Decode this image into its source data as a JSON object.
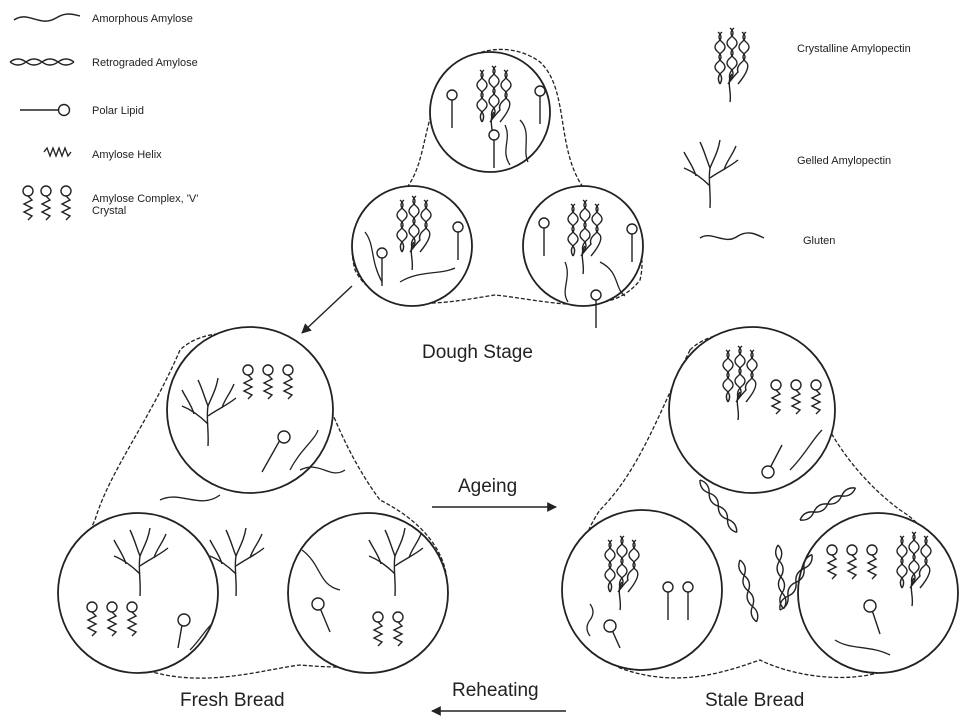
{
  "legend_left": [
    {
      "icon": "amorphous-amylose-icon",
      "label": "Amorphous Amylose"
    },
    {
      "icon": "retrograded-amylose-icon",
      "label": "Retrograded Amylose"
    },
    {
      "icon": "polar-lipid-icon",
      "label": "Polar Lipid"
    },
    {
      "icon": "amylose-helix-icon",
      "label": "Amylose Helix"
    },
    {
      "icon": "amylose-complex-icon",
      "label": "Amylose Complex, 'V'",
      "label2": "Crystal"
    }
  ],
  "legend_right": [
    {
      "icon": "crystalline-amylopectin-icon",
      "label": "Crystalline Amylopectin"
    },
    {
      "icon": "gelled-amylopectin-icon",
      "label": "Gelled Amylopectin"
    },
    {
      "icon": "gluten-icon",
      "label": "Gluten"
    }
  ],
  "stages": {
    "dough": "Dough Stage",
    "fresh": "Fresh Bread",
    "stale": "Stale Bread"
  },
  "transitions": {
    "ageing": "Ageing",
    "reheating": "Reheating"
  }
}
